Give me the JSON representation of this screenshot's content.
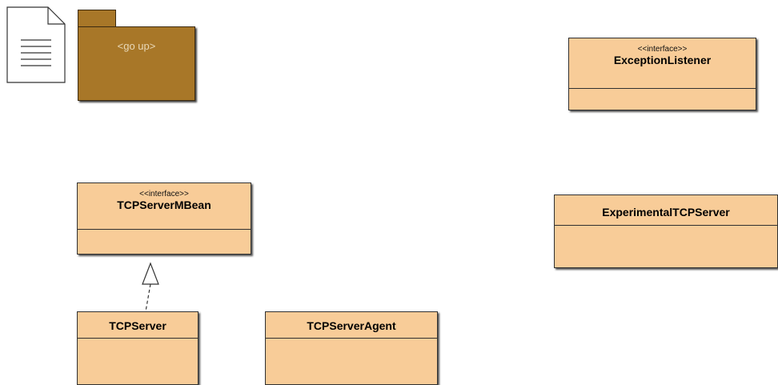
{
  "package": {
    "label": "<go up>"
  },
  "icons": {
    "document": "document-icon"
  },
  "classes": {
    "exception_listener": {
      "stereotype": "<<interface>>",
      "name": "ExceptionListener"
    },
    "tcp_server_mbean": {
      "stereotype": "<<interface>>",
      "name": "TCPServerMBean"
    },
    "experimental_tcp_server": {
      "name": "ExperimentalTCPServer"
    },
    "tcp_server": {
      "name": "TCPServer"
    },
    "tcp_server_agent": {
      "name": "TCPServerAgent"
    }
  },
  "relations": [
    {
      "type": "realization",
      "from": "TCPServer",
      "to": "TCPServerMBean"
    }
  ],
  "colors": {
    "class_fill": "#f8cc98",
    "package_fill": "#a87728",
    "border": "#303030"
  }
}
